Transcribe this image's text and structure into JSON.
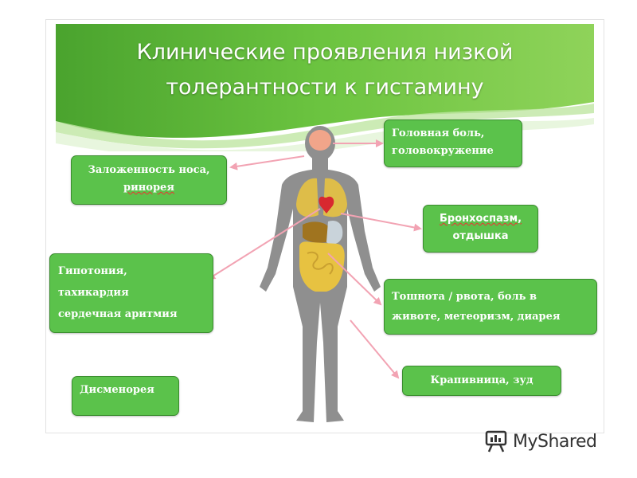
{
  "title": {
    "line1": "Клинические проявления низкой",
    "line2": "толерантности к гистамину"
  },
  "symptoms": {
    "headache": {
      "line1": "Головная боль,",
      "line2": "головокружение"
    },
    "nasal": {
      "line1": "Заложенность носа,",
      "line2": "ринорея"
    },
    "bronchospasm": {
      "line1": "Бронхоспазм,",
      "line2": "отдышка"
    },
    "hypotension": {
      "line1": "Гипотония,",
      "line2": "тахикардия",
      "line3": "сердечная аритмия"
    },
    "gastro": {
      "line1": "Тошнота / рвота, боль в",
      "line2": "животе, метеоризм, диарея"
    },
    "dysmenorrhea": {
      "line1": "Дисменорея"
    },
    "urticaria": {
      "line1": "Крапивница, зуд"
    }
  },
  "watermark": {
    "text": "MyShared"
  },
  "colors": {
    "header_green": "#5fb83c",
    "box_green": "#5bc24b",
    "body_gray": "#8f8f8f",
    "arrow_pink": "#f2a3b3",
    "organ_yellow": "#e7c241",
    "brain": "#f1a58a"
  }
}
